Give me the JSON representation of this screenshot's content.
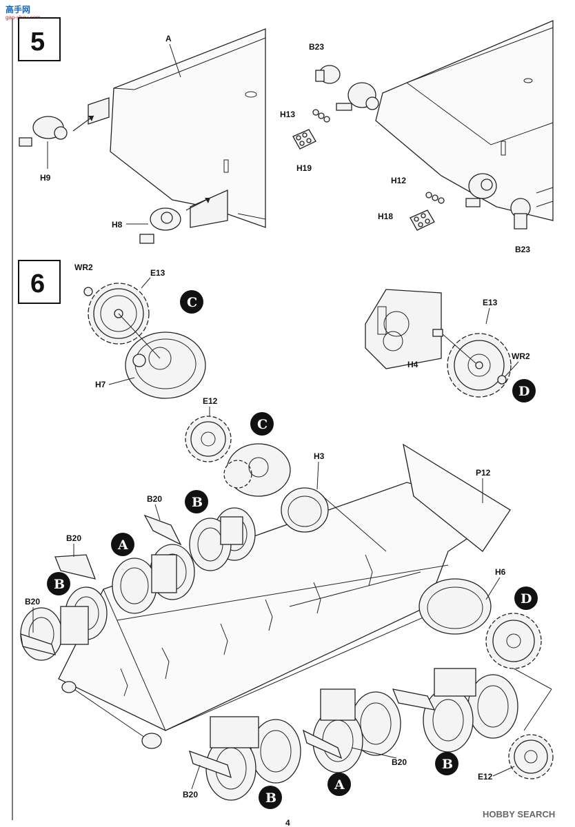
{
  "watermark": {
    "top_left_cn": "高手网",
    "top_left_en": "gao-shou.com",
    "bottom_right": "HOBBY SEARCH"
  },
  "steps": {
    "step5": "5",
    "step6": "6"
  },
  "labels": {
    "A": "A",
    "H9": "H9",
    "H8": "H8",
    "B23_top": "B23",
    "H13": "H13",
    "H19": "H19",
    "H12": "H12",
    "H18": "H18",
    "B23_bot": "B23",
    "WR2_left": "WR2",
    "E13_left": "E13",
    "H7": "H7",
    "E13_right": "E13",
    "H4": "H4",
    "WR2_right": "WR2",
    "E12_top": "E12",
    "H3": "H3",
    "P12": "P12",
    "B20_1": "B20",
    "B20_2": "B20",
    "B20_3": "B20",
    "H6": "H6",
    "B20_4": "B20",
    "B20_5": "B20",
    "E12_bot": "E12"
  },
  "callouts": {
    "C1": "C",
    "D1": "D",
    "C2": "C",
    "B1": "B",
    "A1": "A",
    "B2": "B",
    "D2": "D",
    "B3": "B",
    "A2": "A",
    "B4": "B"
  },
  "page_number": "4"
}
